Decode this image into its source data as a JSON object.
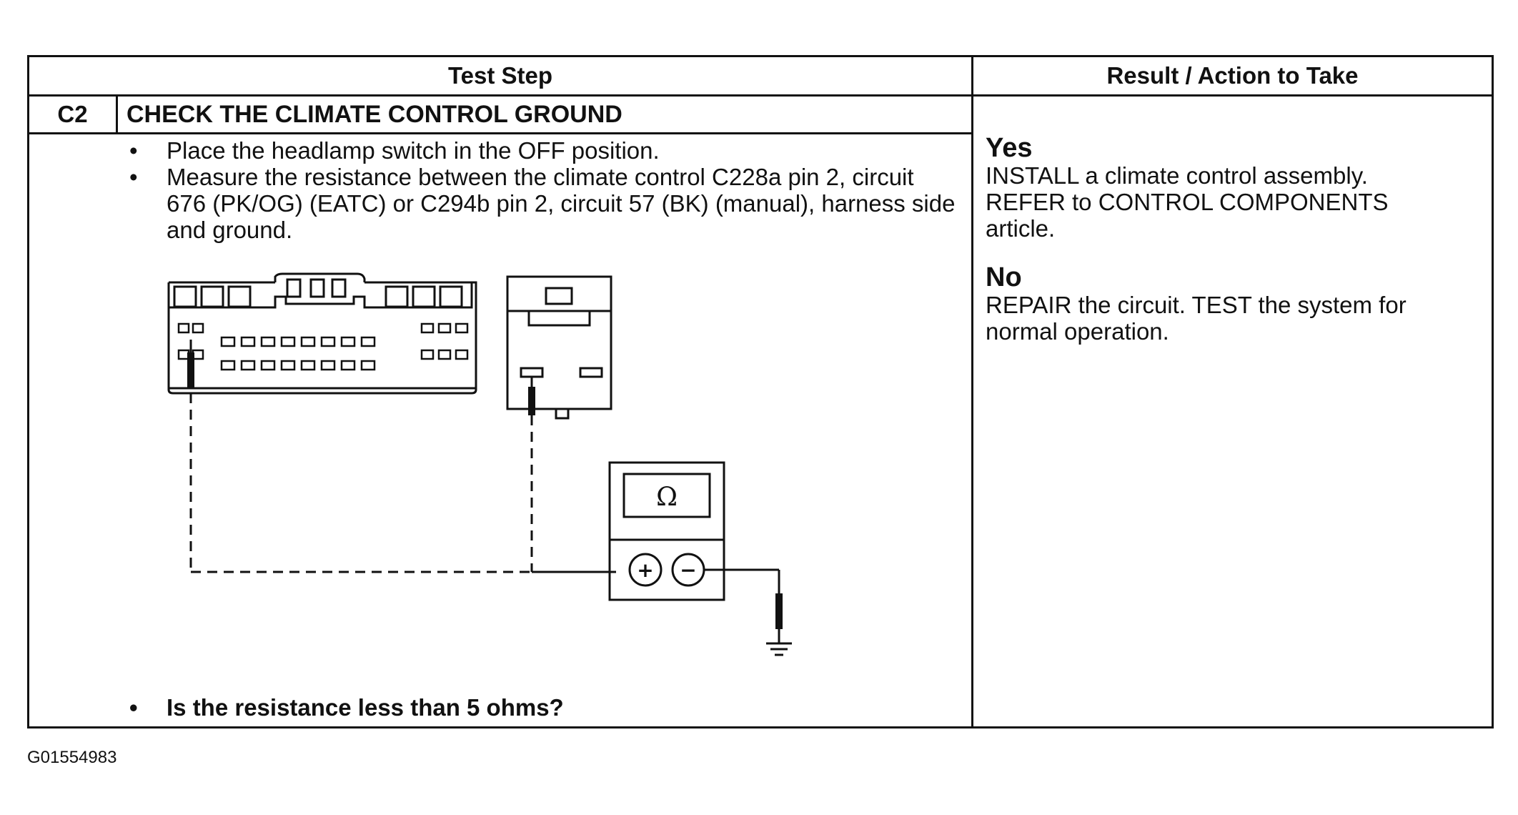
{
  "header": {
    "test_step": "Test Step",
    "result_action": "Result / Action to Take"
  },
  "step": {
    "id": "C2",
    "title": "CHECK THE CLIMATE CONTROL GROUND",
    "bullets": [
      "Place the headlamp switch in the OFF position.",
      "Measure the resistance between the climate control C228a pin 2, circuit 676 (PK/OG) (EATC) or C294b pin 2, circuit 57 (BK) (manual), harness side and ground."
    ],
    "question": "Is the resistance less than 5 ohms?"
  },
  "diagram": {
    "meter_symbol": "Ω",
    "plus_symbol": "+",
    "minus_symbol": "−"
  },
  "results": {
    "yes_label": "Yes",
    "yes_line1": "INSTALL a climate control assembly.",
    "yes_line2": "REFER to CONTROL COMPONENTS",
    "yes_line3": "article.",
    "no_label": "No",
    "no_line1": "REPAIR the circuit. TEST the system for",
    "no_line2": "normal operation."
  },
  "caption": "G01554983"
}
